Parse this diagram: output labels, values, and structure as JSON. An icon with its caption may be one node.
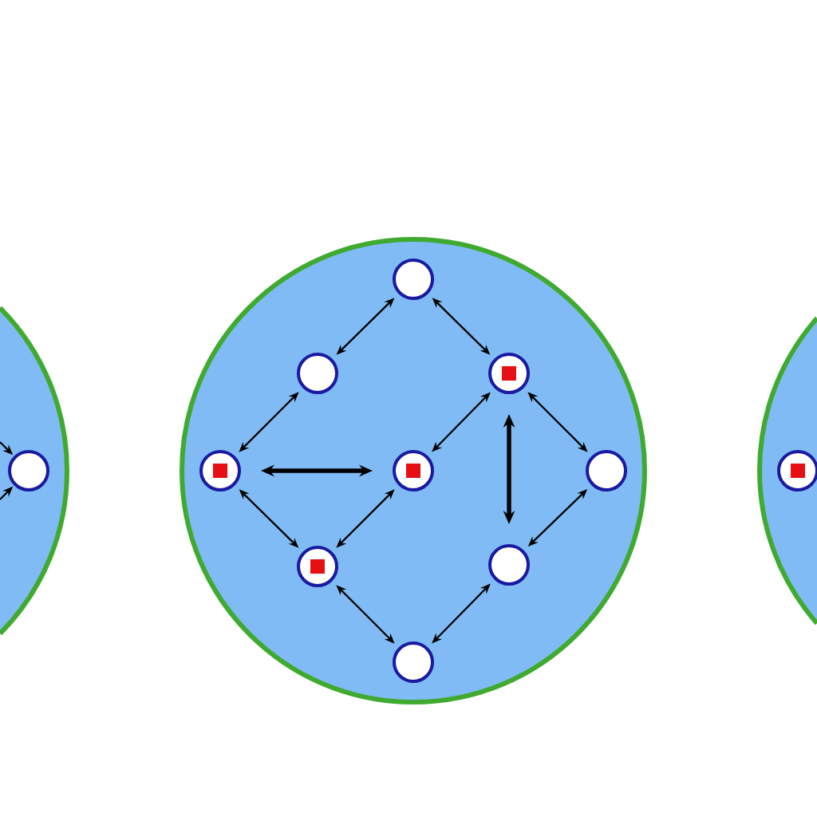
{
  "diagram": {
    "nodes": [
      {
        "text": [],
        "shape": "circle"
      },
      {
        "text": [],
        "shape": "circle",
        "in": 0
      },
      {
        "text": [],
        "shape": "circle"
      },
      {
        "text": [],
        "shape": "circle",
        "in": 2
      },
      {
        "text": [],
        "shape": "circle",
        "in": 2
      },
      {
        "text": [],
        "shape": "circle",
        "in": 2
      },
      {
        "text": [],
        "shape": "box",
        "in": 5
      },
      {
        "text": [],
        "shape": "circle",
        "in": 2
      },
      {
        "text": [],
        "shape": "box",
        "in": 7
      },
      {
        "text": [],
        "shape": "circle",
        "in": 2
      },
      {
        "text": [],
        "shape": "box",
        "in": 9
      },
      {
        "text": [],
        "shape": "circle",
        "in": 2
      },
      {
        "text": [],
        "shape": "circle",
        "in": 2
      },
      {
        "text": [],
        "shape": "box",
        "in": 12
      },
      {
        "text": [],
        "shape": "circle",
        "in": 2
      },
      {
        "text": [],
        "shape": "circle",
        "in": 2
      },
      {
        "text": [],
        "shape": "circle"
      },
      {
        "text": [],
        "shape": "circle",
        "in": 16
      },
      {
        "text": [],
        "shape": "box",
        "in": 17
      }
    ],
    "edges": [
      {
        "from": null,
        "to": 1,
        "arrow": "to"
      },
      {
        "from": null,
        "to": 1,
        "arrow": "to"
      },
      {
        "from": 3,
        "to": 4,
        "arrow": "both"
      },
      {
        "from": 3,
        "to": 5,
        "arrow": "both"
      },
      {
        "from": 4,
        "to": 7,
        "arrow": "both"
      },
      {
        "from": 5,
        "to": 9,
        "arrow": "both"
      },
      {
        "from": 5,
        "to": 11,
        "arrow": "both"
      },
      {
        "from": 7,
        "to": 9,
        "arrow": "both",
        "style": "thick"
      },
      {
        "from": 5,
        "to": 14,
        "arrow": "both",
        "style": "thick"
      },
      {
        "from": 7,
        "to": 12,
        "arrow": "both"
      },
      {
        "from": 9,
        "to": 12,
        "arrow": "both"
      },
      {
        "from": 11,
        "to": 14,
        "arrow": "both"
      },
      {
        "from": 12,
        "to": 15,
        "arrow": "both"
      },
      {
        "from": 14,
        "to": 15,
        "arrow": "both"
      }
    ]
  }
}
